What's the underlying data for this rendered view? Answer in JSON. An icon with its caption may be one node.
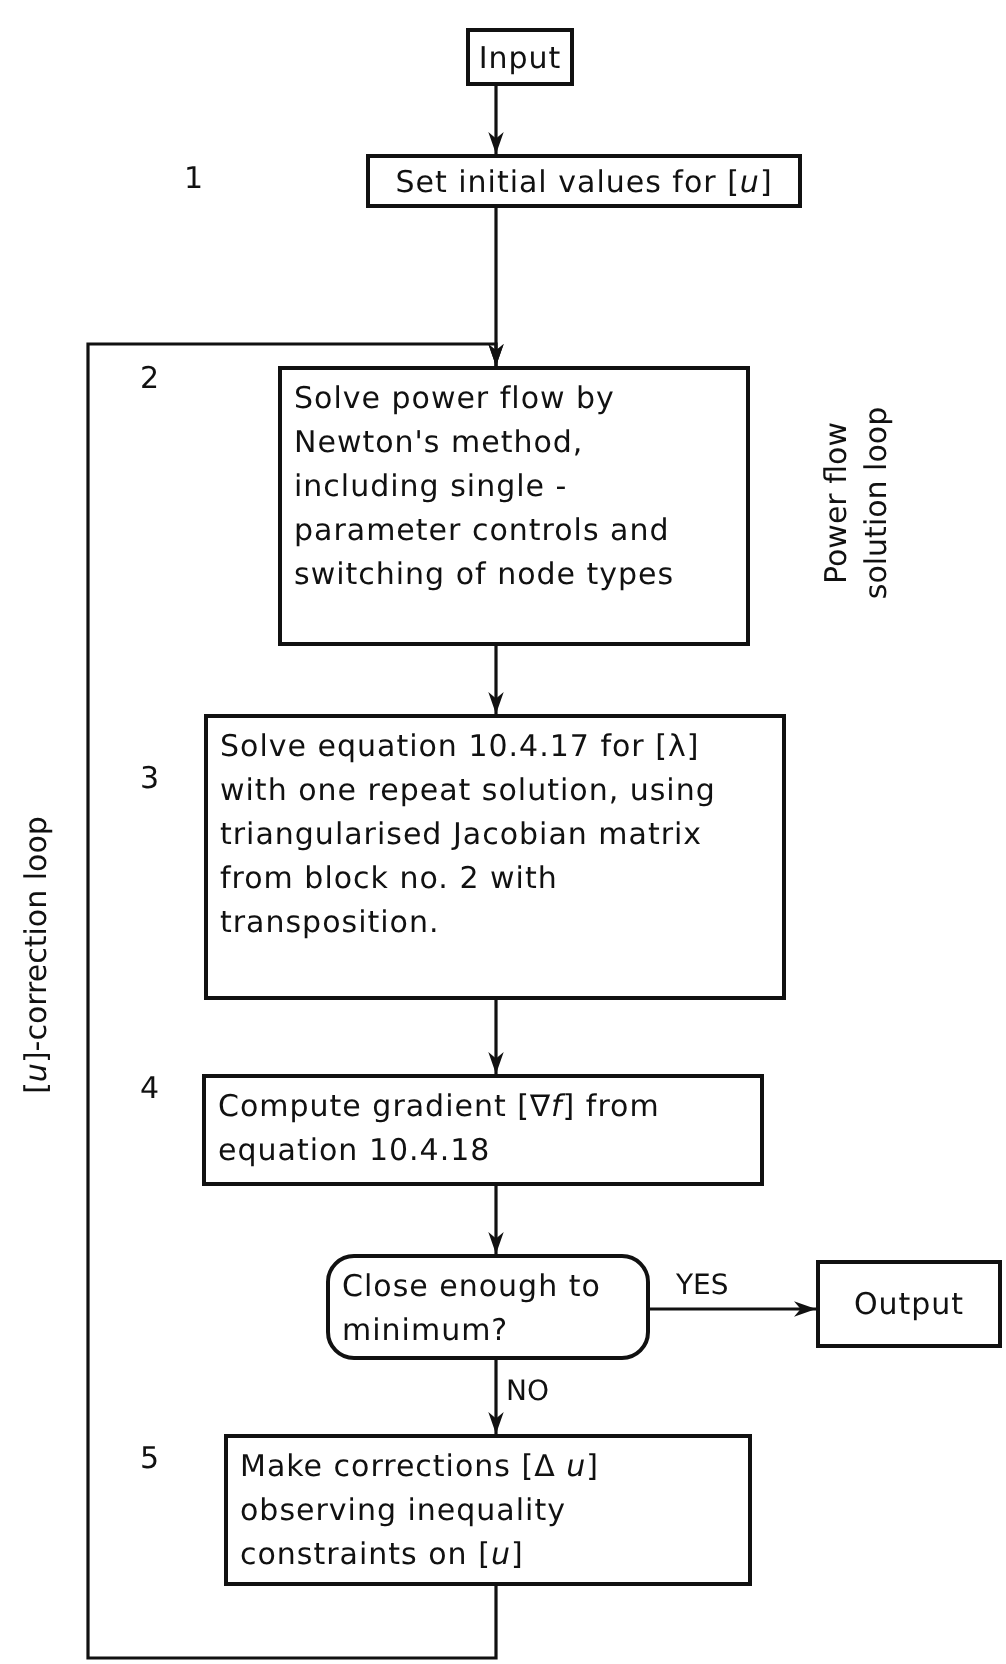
{
  "diagram": {
    "nodes": [
      {
        "text": [
          "Input"
        ]
      },
      {
        "text": [
          "Set initial values for [*u*]"
        ]
      },
      {
        "text": [
          "Solve power flow by Newton's method, including single - parameter controls and switching of node types"
        ]
      },
      {
        "text": [
          "Solve equation 10.4.17 for [λ] with one repeat solution, using triangularised Jacobian matrix from block no. 2 with transposition."
        ]
      },
      {
        "text": [
          "Compute gradient [∇*f*] from equation 10.4.18"
        ]
      },
      {
        "text": [
          "Close enough to minimum?"
        ]
      },
      {
        "text": [
          "Output"
        ]
      },
      {
        "text": [
          "Make corrections [Δ *u*] observing inequality constraints on [*u*]"
        ]
      }
    ],
    "edges": [
      {
        "from": 0,
        "to": 1,
        "arrow": "to"
      },
      {
        "from": 1,
        "to": 2,
        "arrow": "to"
      },
      {
        "from": 2,
        "to": 3,
        "arrow": "to"
      },
      {
        "from": 3,
        "to": 4,
        "arrow": "to"
      },
      {
        "from": 4,
        "to": 5,
        "arrow": "to"
      },
      {
        "from": 5,
        "to": 6,
        "arrow": "to",
        "label": "YES"
      },
      {
        "from": 5,
        "to": 7,
        "arrow": "to",
        "label": "NO"
      },
      {
        "from": 7,
        "to": 2,
        "arrow": "to"
      }
    ],
    "labels": [
      "1",
      "2",
      "Power flow solution loop",
      "[*u*]-correction loop",
      "3",
      "4",
      "5"
    ]
  }
}
